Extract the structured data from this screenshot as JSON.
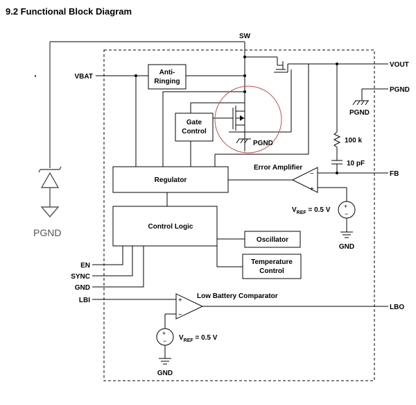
{
  "header": {
    "title": "9.2  Functional Block Diagram"
  },
  "pins": {
    "sw": "SW",
    "vbat": "VBAT",
    "vout": "VOUT",
    "pgnd": "PGND",
    "fb": "FB",
    "en": "EN",
    "sync": "SYNC",
    "gnd": "GND",
    "lbi": "LBI",
    "lbo": "LBO"
  },
  "blocks": {
    "anti_ringing_1": "Anti-",
    "anti_ringing_2": "Ringing",
    "gate_control_1": "Gate",
    "gate_control_2": "Control",
    "regulator": "Regulator",
    "control_logic": "Control Logic",
    "oscillator": "Oscillator",
    "temperature_control_1": "Temperature",
    "temperature_control_2": "Control"
  },
  "labels": {
    "pgnd_internal_1": "PGND",
    "pgnd_internal_2": "PGND",
    "resistor": "100 k",
    "capacitor": "10 pF",
    "error_amplifier": "Error Amplifier",
    "vref_main": "V",
    "vref_sub": "REF",
    "vref_value": " = 0.5 V",
    "gnd_erramp": "GND",
    "low_battery_comparator": "Low Battery Comparator",
    "vref2_main": "V",
    "vref2_sub": "REF",
    "vref2_value": " = 0.5 V",
    "gnd_lbc": "GND",
    "annotation_pgnd": "PGND"
  },
  "colors": {
    "annotation_circle": "#c0504d",
    "annotation_ink": "#555555"
  }
}
